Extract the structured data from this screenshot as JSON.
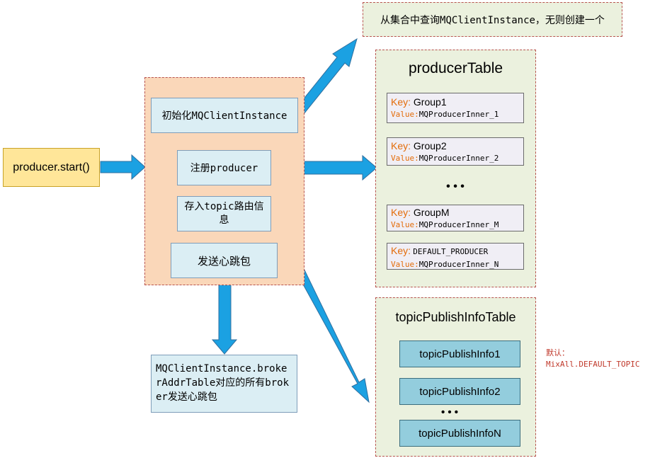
{
  "start": {
    "label": "producer.start()"
  },
  "start_block": {
    "init_label": "初始化MQClientInstance",
    "register_label": "注册producer",
    "store_label": "存入topic路由信息",
    "heartbeat_label": "发送心跳包"
  },
  "lookup_note": {
    "text": "从集合中查询MQClientInstance，无则创建一个"
  },
  "broker_note": {
    "text": "MQClientInstance.brokerAddrTable对应的所有broker发送心跳包"
  },
  "producer_table": {
    "title": "producerTable",
    "key_prefix": "Key:",
    "value_prefix": "Value:",
    "entries": [
      {
        "key": "Group1",
        "value": "MQProducerInner_1"
      },
      {
        "key": "Group2",
        "value": "MQProducerInner_2"
      },
      {
        "key": "GroupM",
        "value": "MQProducerInner_M"
      },
      {
        "key": "DEFAULT_PRODUCER",
        "value": "MQProducerInner_N"
      }
    ],
    "ellipsis": "• • •"
  },
  "topic_table": {
    "title": "topicPublishInfoTable",
    "items": [
      "topicPublishInfo1",
      "topicPublishInfo2",
      "topicPublishInfoN"
    ],
    "ellipsis": "• • •"
  },
  "default_note": {
    "line1": "默认：",
    "line2": "MixAll.DEFAULT_TOPIC"
  },
  "colors": {
    "arrow": "#1ba1e2",
    "arrow_stroke": "#2f6f9f",
    "start_fill": "#ffe699",
    "start_border": "#c9a227",
    "peach": "#fad7b9",
    "green": "#ebf1de",
    "dashed_border": "#b85450",
    "key_orange": "#e36c09",
    "note_red": "#c0392b"
  }
}
